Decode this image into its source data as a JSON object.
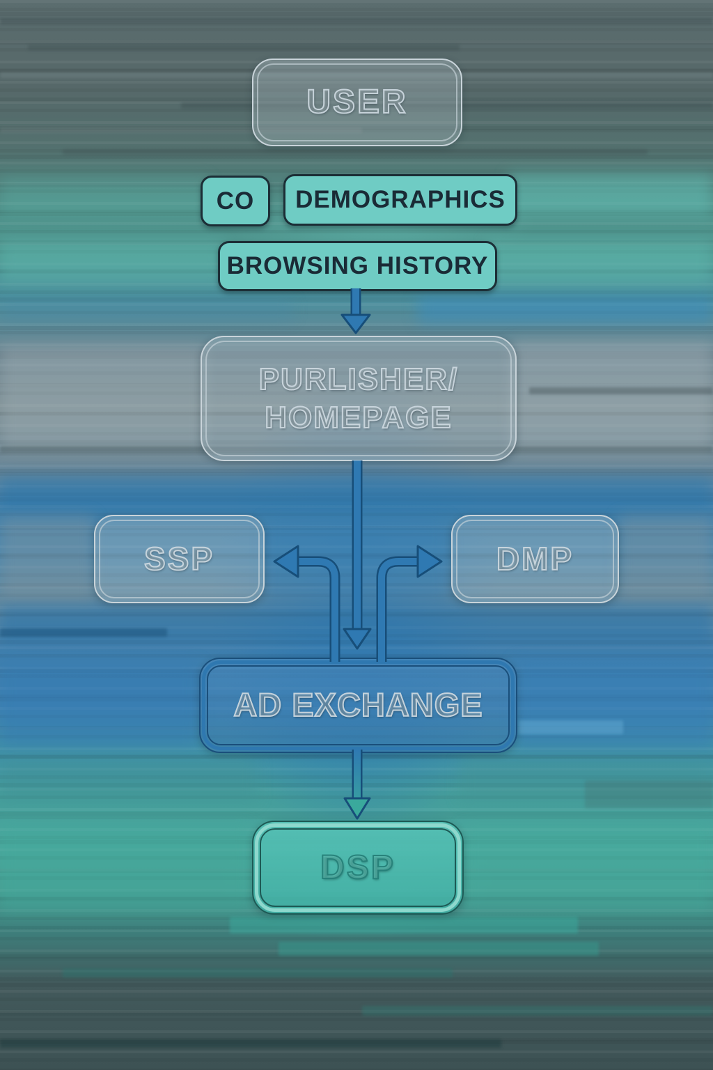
{
  "diagram": {
    "nodes": {
      "user": {
        "label": "USER"
      },
      "publisher": {
        "label": "PURLISHER/\nHOMEPAGE"
      },
      "ssp": {
        "label": "SSP"
      },
      "dmp": {
        "label": "DMP"
      },
      "ad_exchange": {
        "label": "AD EXCHANGE"
      },
      "dsp": {
        "label": "DSP"
      }
    },
    "tags": {
      "cookies": {
        "label": "CO"
      },
      "demographics": {
        "label": "DEMOGRAPHICS"
      },
      "browsing_history": {
        "label": "BROWSING HISTORY"
      }
    },
    "edges": [
      {
        "from": "browsing_history",
        "to": "publisher"
      },
      {
        "from": "publisher",
        "to": "ad_exchange"
      },
      {
        "from": "ad_exchange",
        "to": "ssp"
      },
      {
        "from": "ad_exchange",
        "to": "dmp"
      },
      {
        "from": "ad_exchange",
        "to": "dsp"
      }
    ]
  },
  "colors": {
    "tag_fill": "#6fccc4",
    "tag_border": "#1c2e36",
    "tag_text": "#1a2b36",
    "box_border": "#c9d4da",
    "arrow_fill": "#2f79b2",
    "arrow_outline": "#174e79",
    "exchange_border": "#1a4f7b",
    "exchange_band": "#2f78b0",
    "dsp_border": "#1d5a55",
    "dsp_band": "#8ed8cd",
    "dsp_arrow_end": "#3aa99c"
  }
}
